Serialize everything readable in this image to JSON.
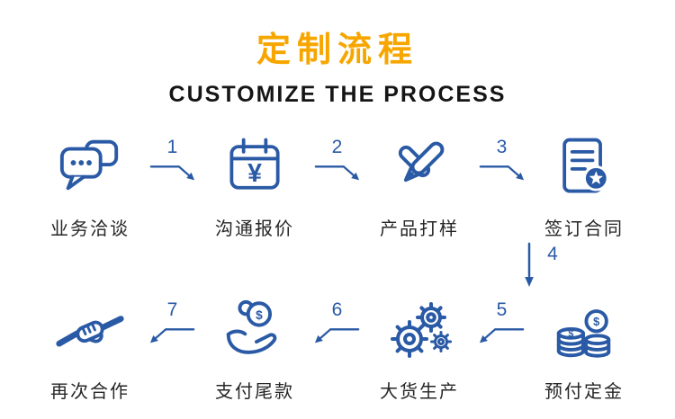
{
  "header": {
    "title": "定制流程",
    "subtitle": "CUSTOMIZE THE PROCESS"
  },
  "colors": {
    "title_orange": "#F7A600",
    "icon_blue": "#2A5AA5",
    "label_dark": "#262626",
    "background": "#FFFFFF"
  },
  "glyphs": {
    "yen": "¥",
    "dollar": "$"
  },
  "row1": {
    "steps": [
      {
        "label": "业务洽谈",
        "icon": "chat-icon"
      },
      {
        "label": "沟通报价",
        "icon": "calendar-quote-icon"
      },
      {
        "label": "产品打样",
        "icon": "pen-proof-icon"
      },
      {
        "label": "签订合同",
        "icon": "contract-star-icon"
      }
    ],
    "arrows": [
      "1",
      "2",
      "3"
    ]
  },
  "down_arrow_label": "4",
  "row2": {
    "steps": [
      {
        "label": "再次合作",
        "icon": "handshake-icon"
      },
      {
        "label": "支付尾款",
        "icon": "hand-coin-icon"
      },
      {
        "label": "大货生产",
        "icon": "gears-icon"
      },
      {
        "label": "预付定金",
        "icon": "coins-icon"
      }
    ],
    "arrows": [
      "7",
      "6",
      "5"
    ]
  }
}
